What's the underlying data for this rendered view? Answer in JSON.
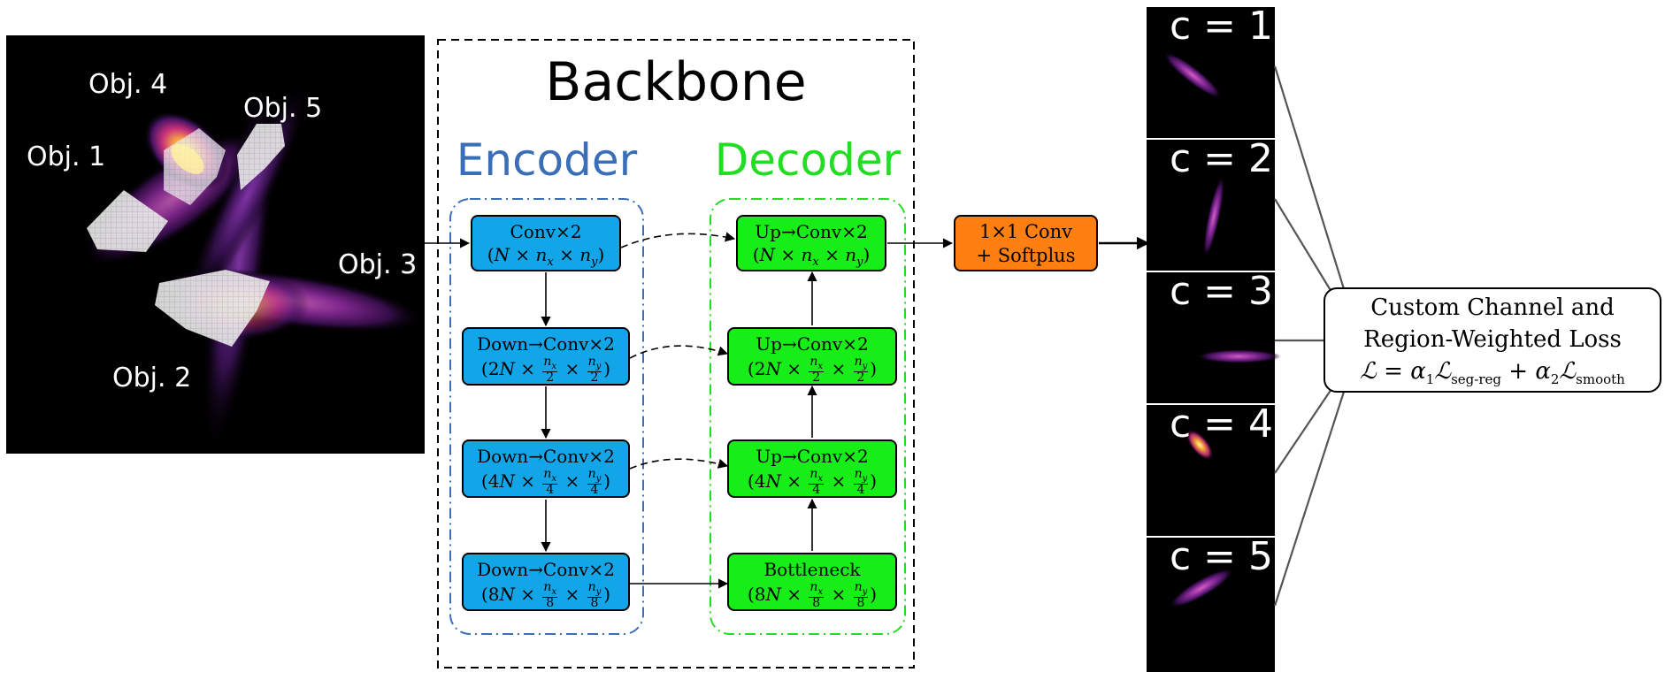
{
  "input_image": {
    "labels": [
      "Obj. 1",
      "Obj. 2",
      "Obj. 3",
      "Obj. 4",
      "Obj. 5"
    ]
  },
  "backbone": {
    "title": "Backbone",
    "encoder_title": "Encoder",
    "decoder_title": "Decoder",
    "encoder_blocks": [
      {
        "op": "Conv×2",
        "factor": "N",
        "div": ""
      },
      {
        "op": "Down→Conv×2",
        "factor": "2N",
        "div": "2"
      },
      {
        "op": "Down→Conv×2",
        "factor": "4N",
        "div": "4"
      },
      {
        "op": "Down→Conv×2",
        "factor": "8N",
        "div": "8"
      }
    ],
    "decoder_blocks": [
      {
        "op": "Up→Conv×2",
        "factor": "N",
        "div": ""
      },
      {
        "op": "Up→Conv×2",
        "factor": "2N",
        "div": "2"
      },
      {
        "op": "Up→Conv×2",
        "factor": "4N",
        "div": "4"
      },
      {
        "op": "Bottleneck",
        "factor": "8N",
        "div": "8"
      }
    ]
  },
  "head": {
    "line1": "1×1 Conv",
    "line2": "+ Softplus"
  },
  "channels": [
    "c = 1",
    "c = 2",
    "c = 3",
    "c = 4",
    "c = 5"
  ],
  "loss": {
    "line1": "Custom Channel and",
    "line2": "Region-Weighted Loss",
    "formula": {
      "lhs": "ℒ",
      "a1": "α",
      "a1_sub": "1",
      "term1": "ℒ",
      "term1_sub": "seg-reg",
      "a2": "α",
      "a2_sub": "2",
      "term2": "ℒ",
      "term2_sub": "smooth"
    }
  },
  "colors": {
    "encoder_fill": "#12a5e8",
    "decoder_fill": "#17ee17",
    "head_fill": "#ff8010",
    "encoder_text": "#3a6fb8",
    "decoder_text": "#22dd22"
  }
}
